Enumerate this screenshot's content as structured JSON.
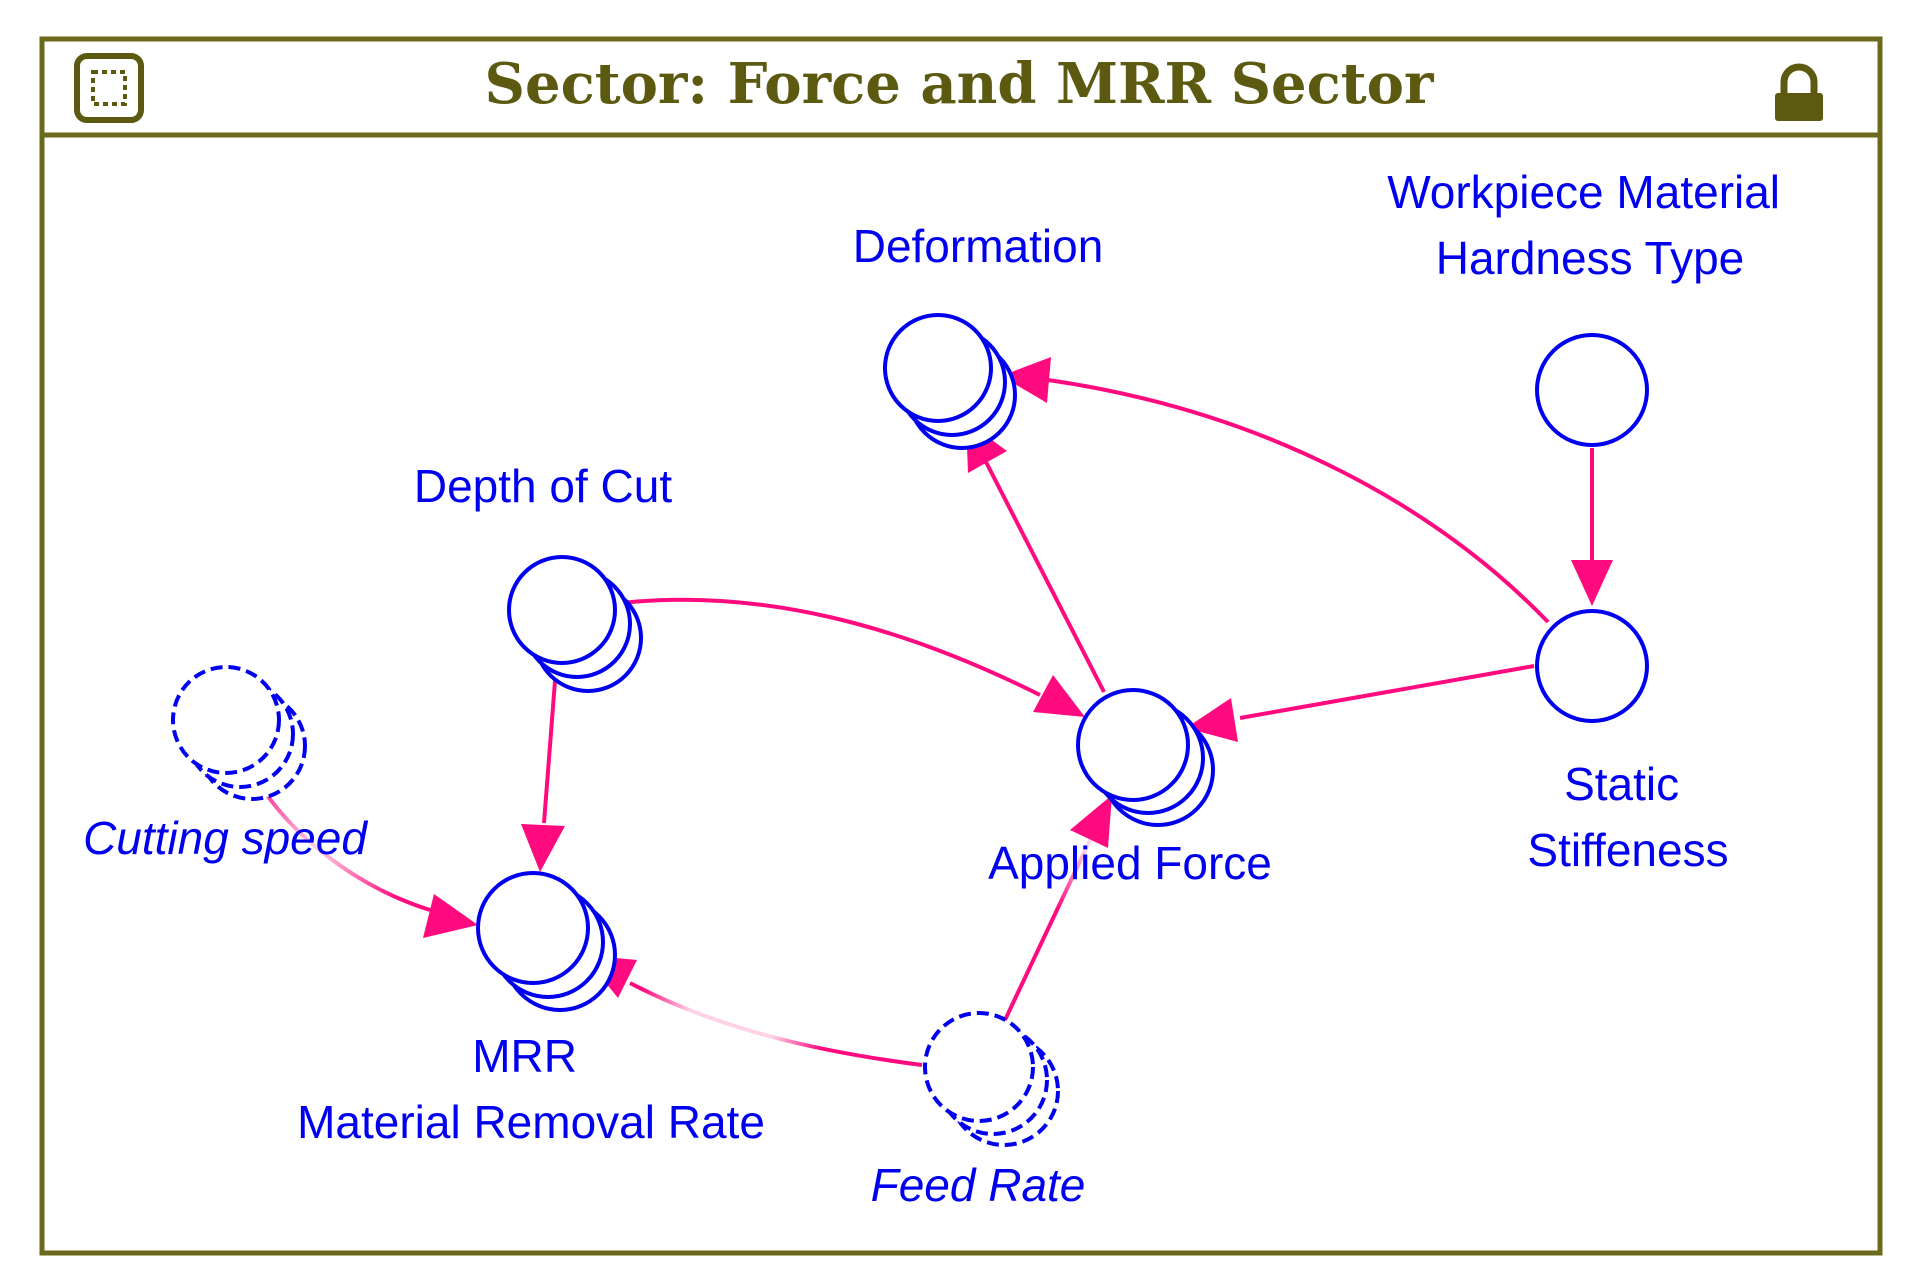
{
  "sector": {
    "title": "Sector: Force and MRR Sector",
    "title_color": "#5c5a10",
    "frame_color": "#6b6a1c",
    "icons": {
      "left": "sector-frame-icon",
      "right": "lock-icon"
    }
  },
  "colors": {
    "node": "#0000ee",
    "link": "#ff0a7f",
    "link_faded": "#ffd3e6"
  },
  "nodes": [
    {
      "id": "workpiece",
      "lines": [
        "Workpiece Material",
        "Hardness Type"
      ],
      "kind": "converter",
      "stack": 1,
      "ghost": false
    },
    {
      "id": "deformation",
      "lines": [
        "Deformation"
      ],
      "kind": "converter",
      "stack": 3,
      "ghost": false
    },
    {
      "id": "depth",
      "lines": [
        "Depth of Cut"
      ],
      "kind": "converter",
      "stack": 3,
      "ghost": false
    },
    {
      "id": "cutting",
      "lines": [
        "Cutting speed"
      ],
      "kind": "converter",
      "stack": 3,
      "ghost": true
    },
    {
      "id": "applied",
      "lines": [
        "Applied Force"
      ],
      "kind": "converter",
      "stack": 3,
      "ghost": false
    },
    {
      "id": "static",
      "lines": [
        "Static",
        "Stiffeness"
      ],
      "kind": "converter",
      "stack": 1,
      "ghost": false
    },
    {
      "id": "mrr",
      "lines": [
        "MRR",
        "Material Removal Rate"
      ],
      "kind": "converter",
      "stack": 3,
      "ghost": false
    },
    {
      "id": "feed",
      "lines": [
        "Feed Rate"
      ],
      "kind": "converter",
      "stack": 3,
      "ghost": true
    }
  ],
  "links": [
    {
      "from": "workpiece",
      "to": "static"
    },
    {
      "from": "static",
      "to": "deformation"
    },
    {
      "from": "static",
      "to": "applied"
    },
    {
      "from": "applied",
      "to": "deformation"
    },
    {
      "from": "depth",
      "to": "applied"
    },
    {
      "from": "depth",
      "to": "mrr"
    },
    {
      "from": "cutting",
      "to": "mrr"
    },
    {
      "from": "feed",
      "to": "mrr"
    },
    {
      "from": "feed",
      "to": "applied"
    }
  ]
}
